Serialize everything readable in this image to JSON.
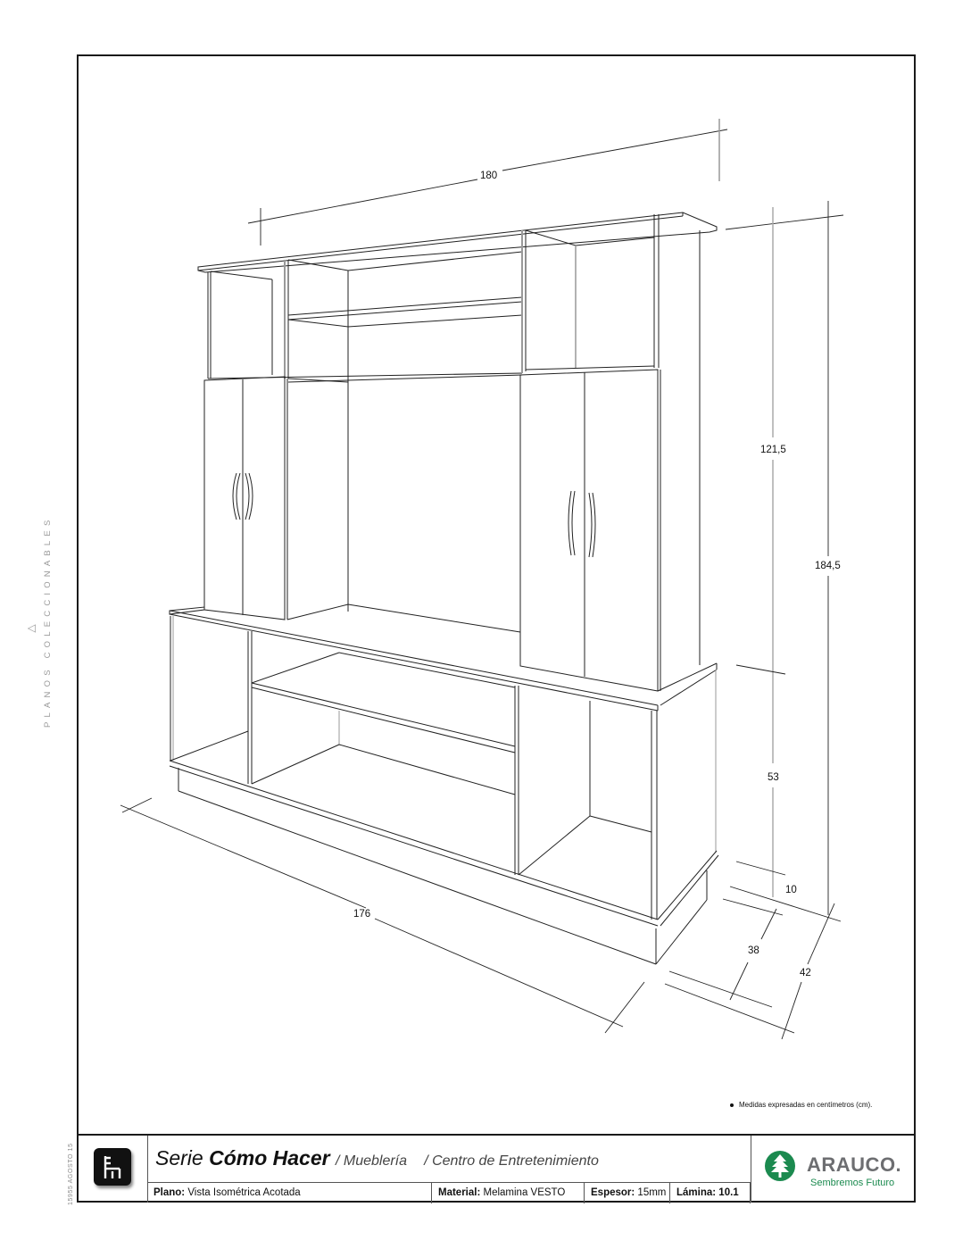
{
  "sheet": {
    "side_label": "PLANOS COLECCIONABLES",
    "side_code": "15955 AGOSTO 15",
    "note": "Medidas expresadas en centímetros (cm)."
  },
  "drawing": {
    "subject": "Centro de Entretenimiento - vista isométrica",
    "dimensions": {
      "width_top": "180",
      "width_base": "176",
      "height_upper": "121,5",
      "height_total": "184,5",
      "height_base": "53",
      "plinth": "10",
      "depth_base": "38",
      "depth_total": "42"
    }
  },
  "title_block": {
    "series_prefix": "Serie",
    "series_name": "Cómo Hacer",
    "category": "/ Mueblería",
    "project": "/ Centro de Entretenimiento",
    "plano_label": "Plano:",
    "plano_value": "Vista Isométrica Acotada",
    "material_label": "Material:",
    "material_value": "Melamina VESTO",
    "espesor_label": "Espesor:",
    "espesor_value": "15mm",
    "lamina_label": "Lámina:",
    "lamina_value": "10.1",
    "icon": "chair-icon"
  },
  "logo": {
    "brand": "ARAUCO.",
    "tagline": "Sembremos Futuro",
    "brand_color": "#6d6e71",
    "accent_color": "#1b8a4f"
  }
}
